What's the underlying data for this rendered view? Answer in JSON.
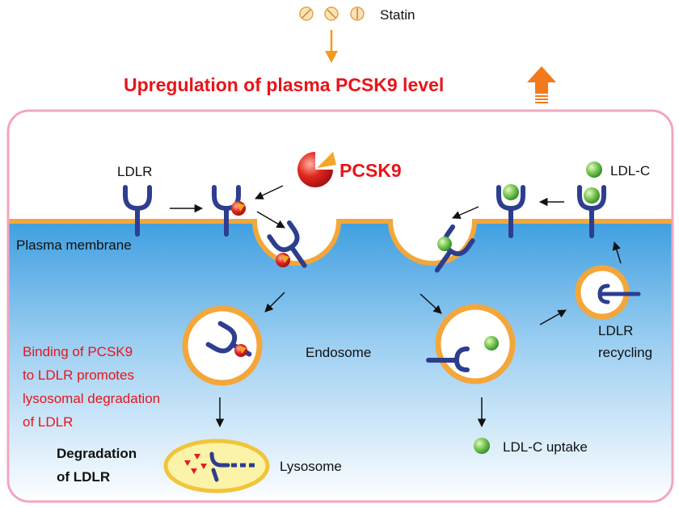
{
  "header": {
    "statin_label": "Statin",
    "upregulation_text": "Upregulation of plasma PCSK9 level"
  },
  "labels": {
    "pcsk9": "PCSK9",
    "ldlr": "LDLR",
    "ldl_c": "LDL-C",
    "plasma_membrane": "Plasma membrane",
    "endosome": "Endosome",
    "lysosome": "Lysosome",
    "ldlr_recycling_line1": "LDLR",
    "ldlr_recycling_line2": "recycling",
    "degradation_line1": "Degradation",
    "degradation_line2": "of LDLR",
    "ldl_c_uptake": "LDL-C uptake",
    "binding_note": [
      "Binding of PCSK9",
      "to LDLR promotes",
      "lysosomal degradation",
      "of LDLR"
    ]
  },
  "colors": {
    "red_text": "#e8141a",
    "orange_arrow": "#f39a1c",
    "membrane": "#f3a73a",
    "cell_border": "#f2a6c0",
    "receptor": "#2d3e8f",
    "ldl_green": "#5ab847",
    "pcsk9_red": "#e01c24"
  },
  "icons": [
    "statin-pill-icon",
    "up-arrow-icon",
    "pcsk9-icon",
    "ldl-particle-icon"
  ]
}
